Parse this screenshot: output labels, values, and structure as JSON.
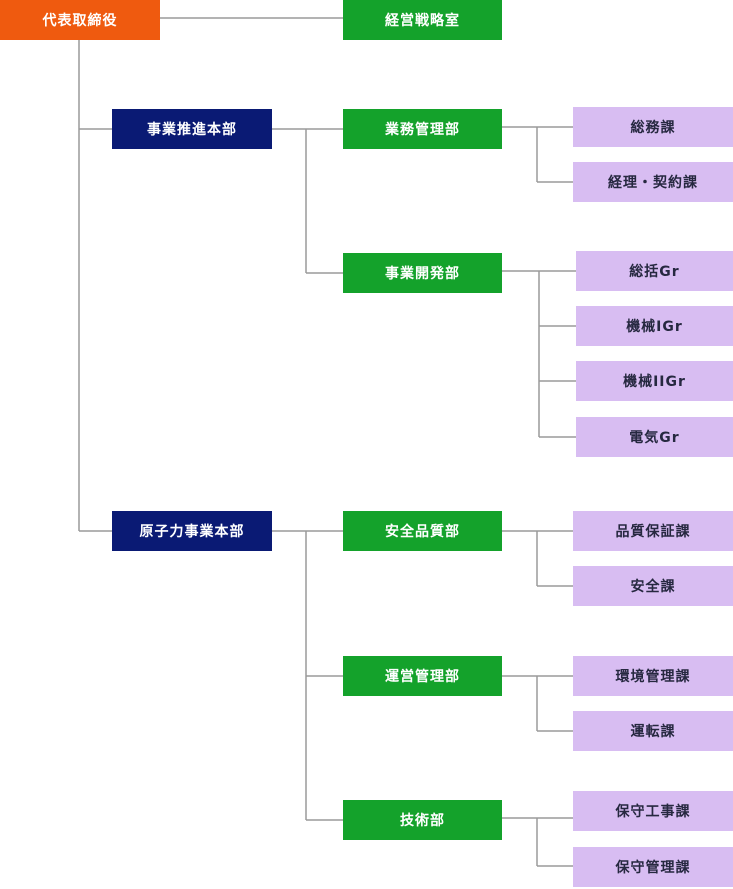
{
  "org": {
    "president": "代表取締役",
    "strategy_office": "経営戦略室",
    "business_hq": {
      "name": "事業推進本部",
      "business_mgmt": {
        "name": "業務管理部",
        "sections": [
          "総務課",
          "経理・契約課"
        ]
      },
      "business_dev": {
        "name": "事業開発部",
        "groups": [
          "総括Gr",
          "機械IGr",
          "機械IIGr",
          "電気Gr"
        ]
      }
    },
    "nuclear_hq": {
      "name": "原子力事業本部",
      "safety_quality": {
        "name": "安全品質部",
        "sections": [
          "品質保証課",
          "安全課"
        ]
      },
      "operation_mgmt": {
        "name": "運営管理部",
        "sections": [
          "環境管理課",
          "運転課"
        ]
      },
      "technical": {
        "name": "技術部",
        "sections": [
          "保守工事課",
          "保守管理課"
        ]
      }
    }
  },
  "colors": {
    "president": "#ef5a0f",
    "headquarters": "#0a1a74",
    "department": "#14a22b",
    "section": "#d8bdf2",
    "connector": "#9a9a9a"
  }
}
